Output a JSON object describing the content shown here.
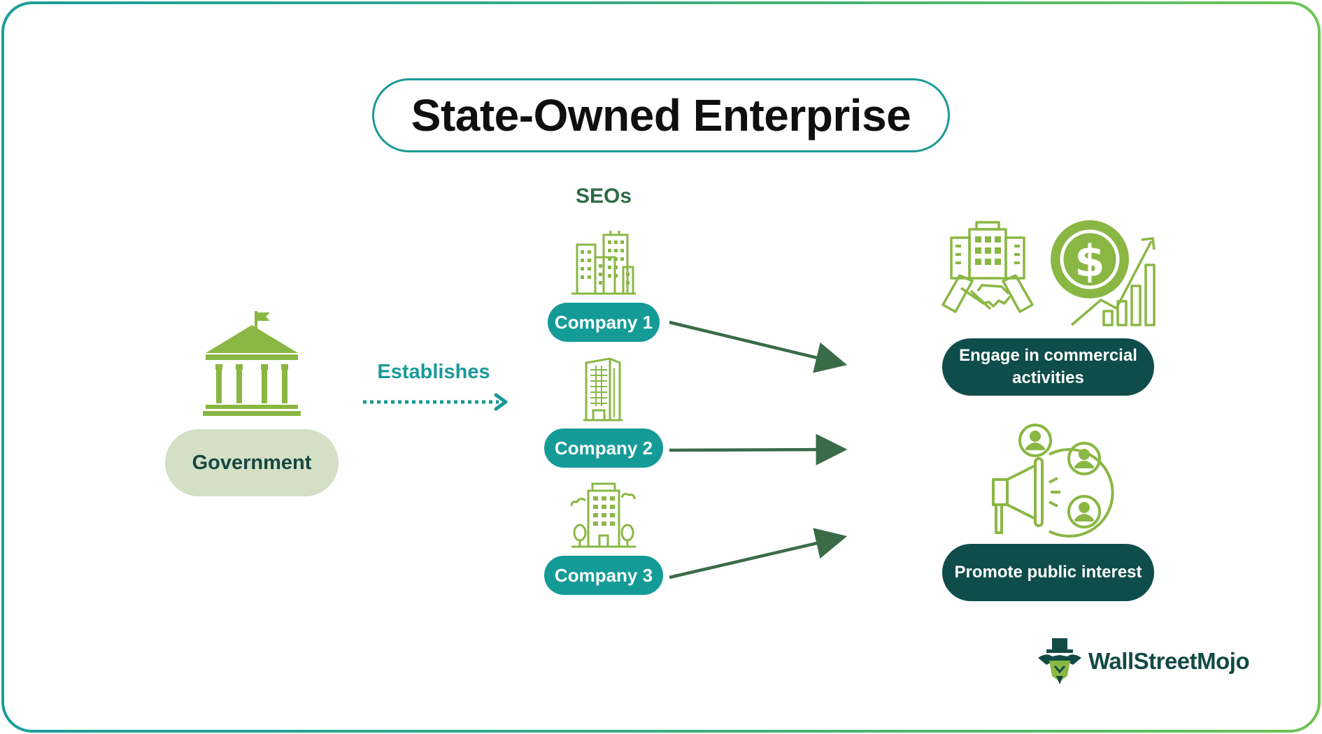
{
  "title": "State-Owned Enterprise",
  "seos_label": "SEOs",
  "government": {
    "label": "Government",
    "icon": "government-building-icon"
  },
  "relation_label": "Establishes",
  "companies": [
    {
      "label": "Company 1",
      "icon": "office-buildings-icon"
    },
    {
      "label": "Company 2",
      "icon": "tower-building-icon"
    },
    {
      "label": "Company 3",
      "icon": "apartment-trees-icon"
    }
  ],
  "outcomes": [
    {
      "label": "Engage in commercial activities",
      "icons": [
        "business-handshake-icon",
        "dollar-growth-chart-icon"
      ]
    },
    {
      "label": "Promote public interest",
      "icons": [
        "megaphone-people-icon"
      ]
    }
  ],
  "brand": {
    "name": "WallStreetMojo",
    "logo": "wallstreetmojo-logo-icon"
  },
  "colors": {
    "icon_green": "#8ab744",
    "teal": "#149b98",
    "dark_teal": "#0f4d4b",
    "arrow_green": "#3a6b48",
    "government_pill": "#d3e0c6"
  }
}
